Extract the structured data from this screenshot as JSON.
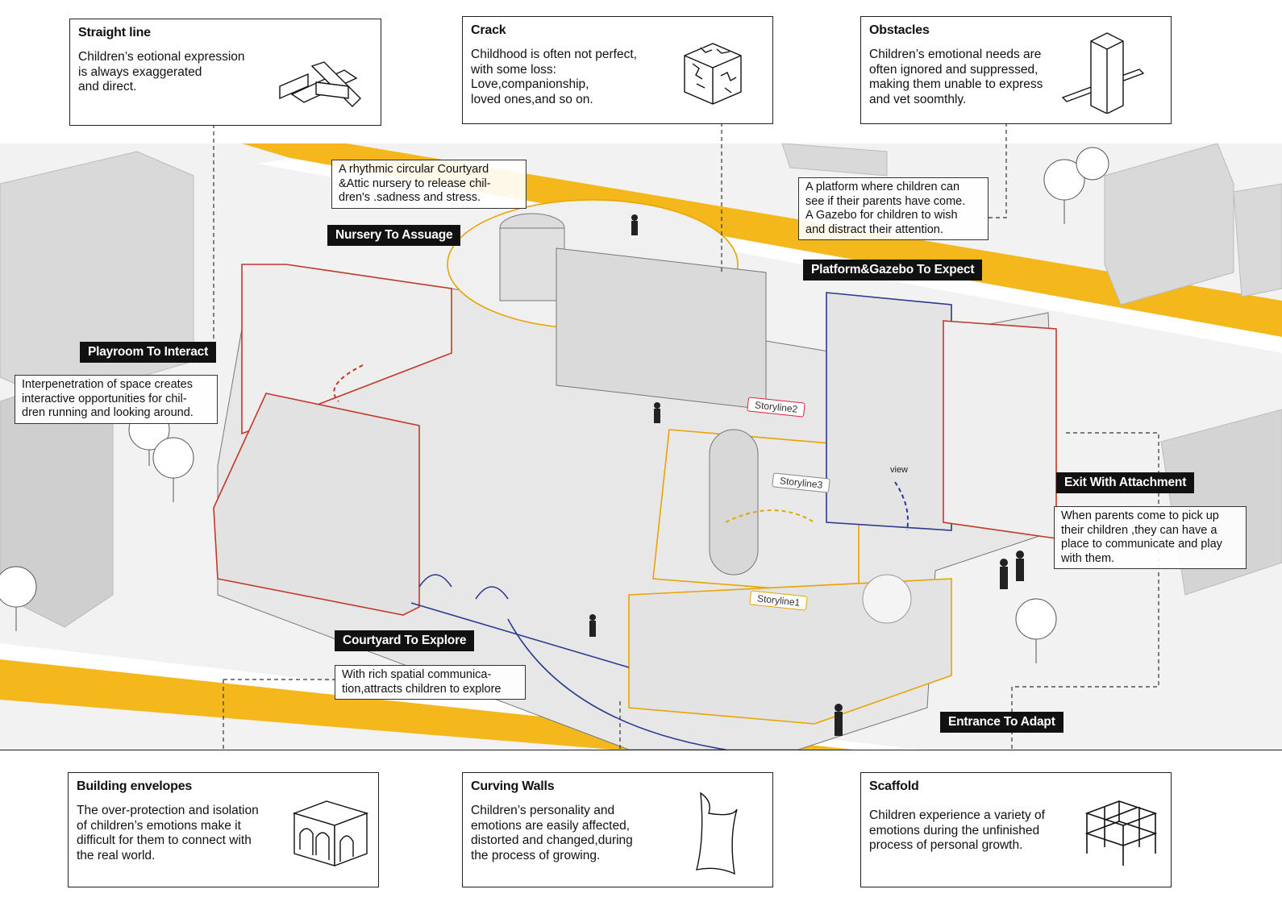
{
  "top_cards": [
    {
      "title": "Straight line",
      "text": "Children’s eotional expression\nis always exaggerated\nand direct.",
      "icon": "crossed-beams-icon"
    },
    {
      "title": "Crack",
      "text": "Childhood is often not perfect,\nwith some loss:\nLove,companionship,\nloved ones,and so on.",
      "icon": "cracked-cube-icon"
    },
    {
      "title": "Obstacles",
      "text": "Children’s emotional needs are\noften ignored and suppressed,\nmaking them unable to express\nand vet soomthly.",
      "icon": "block-with-plank-icon"
    }
  ],
  "bottom_cards": [
    {
      "title": "Building envelopes",
      "text": "The over-protection and isolation\nof children’s emotions make it\ndifficult for them to connect with\nthe real world.",
      "icon": "arched-box-icon"
    },
    {
      "title": "Curving Walls",
      "text": "Children’s personality and\nemotions are easily affected,\ndistorted and changed,during\nthe process of growing.",
      "icon": "curved-wall-icon"
    },
    {
      "title": "Scaffold",
      "text": "Children experience a variety of\nemotions during the unfinished\nprocess of personal growth.",
      "icon": "scaffold-frame-icon"
    }
  ],
  "zones": {
    "nursery": {
      "tag": "Nursery To Assuage",
      "note": "A rhythmic circular Courtyard\n&Attic nursery to release chil-\ndren's .sadness and stress."
    },
    "platform": {
      "tag": "Platform&Gazebo To Expect",
      "note": "A platform where children can\nsee if their parents have come.\nA Gazebo for children to wish\nand distract their attention."
    },
    "playroom": {
      "tag": "Playroom To Interact",
      "note": "Interpenetration of space creates\ninteractive opportunities for chil-\ndren running and looking around."
    },
    "exit": {
      "tag": "Exit With Attachment",
      "note": "When parents come to pick up\ntheir children ,they can have a\nplace to communicate and play\nwith them."
    },
    "courtyard": {
      "tag": "Courtyard To Explore",
      "note": "With rich spatial communica-\ntion,attracts children to explore"
    },
    "entrance": {
      "tag": "Entrance To Adapt"
    }
  },
  "storylines": [
    "Storyline1",
    "Storyline2",
    "Storyline3"
  ],
  "view_label": "view",
  "colors": {
    "road": "#f5b81c",
    "red_edge": "#c0392b",
    "blue_edge": "#2b3a8f",
    "yellow_edge": "#e8a400",
    "building": "#e9e9e9",
    "context_block": "#dadada"
  }
}
